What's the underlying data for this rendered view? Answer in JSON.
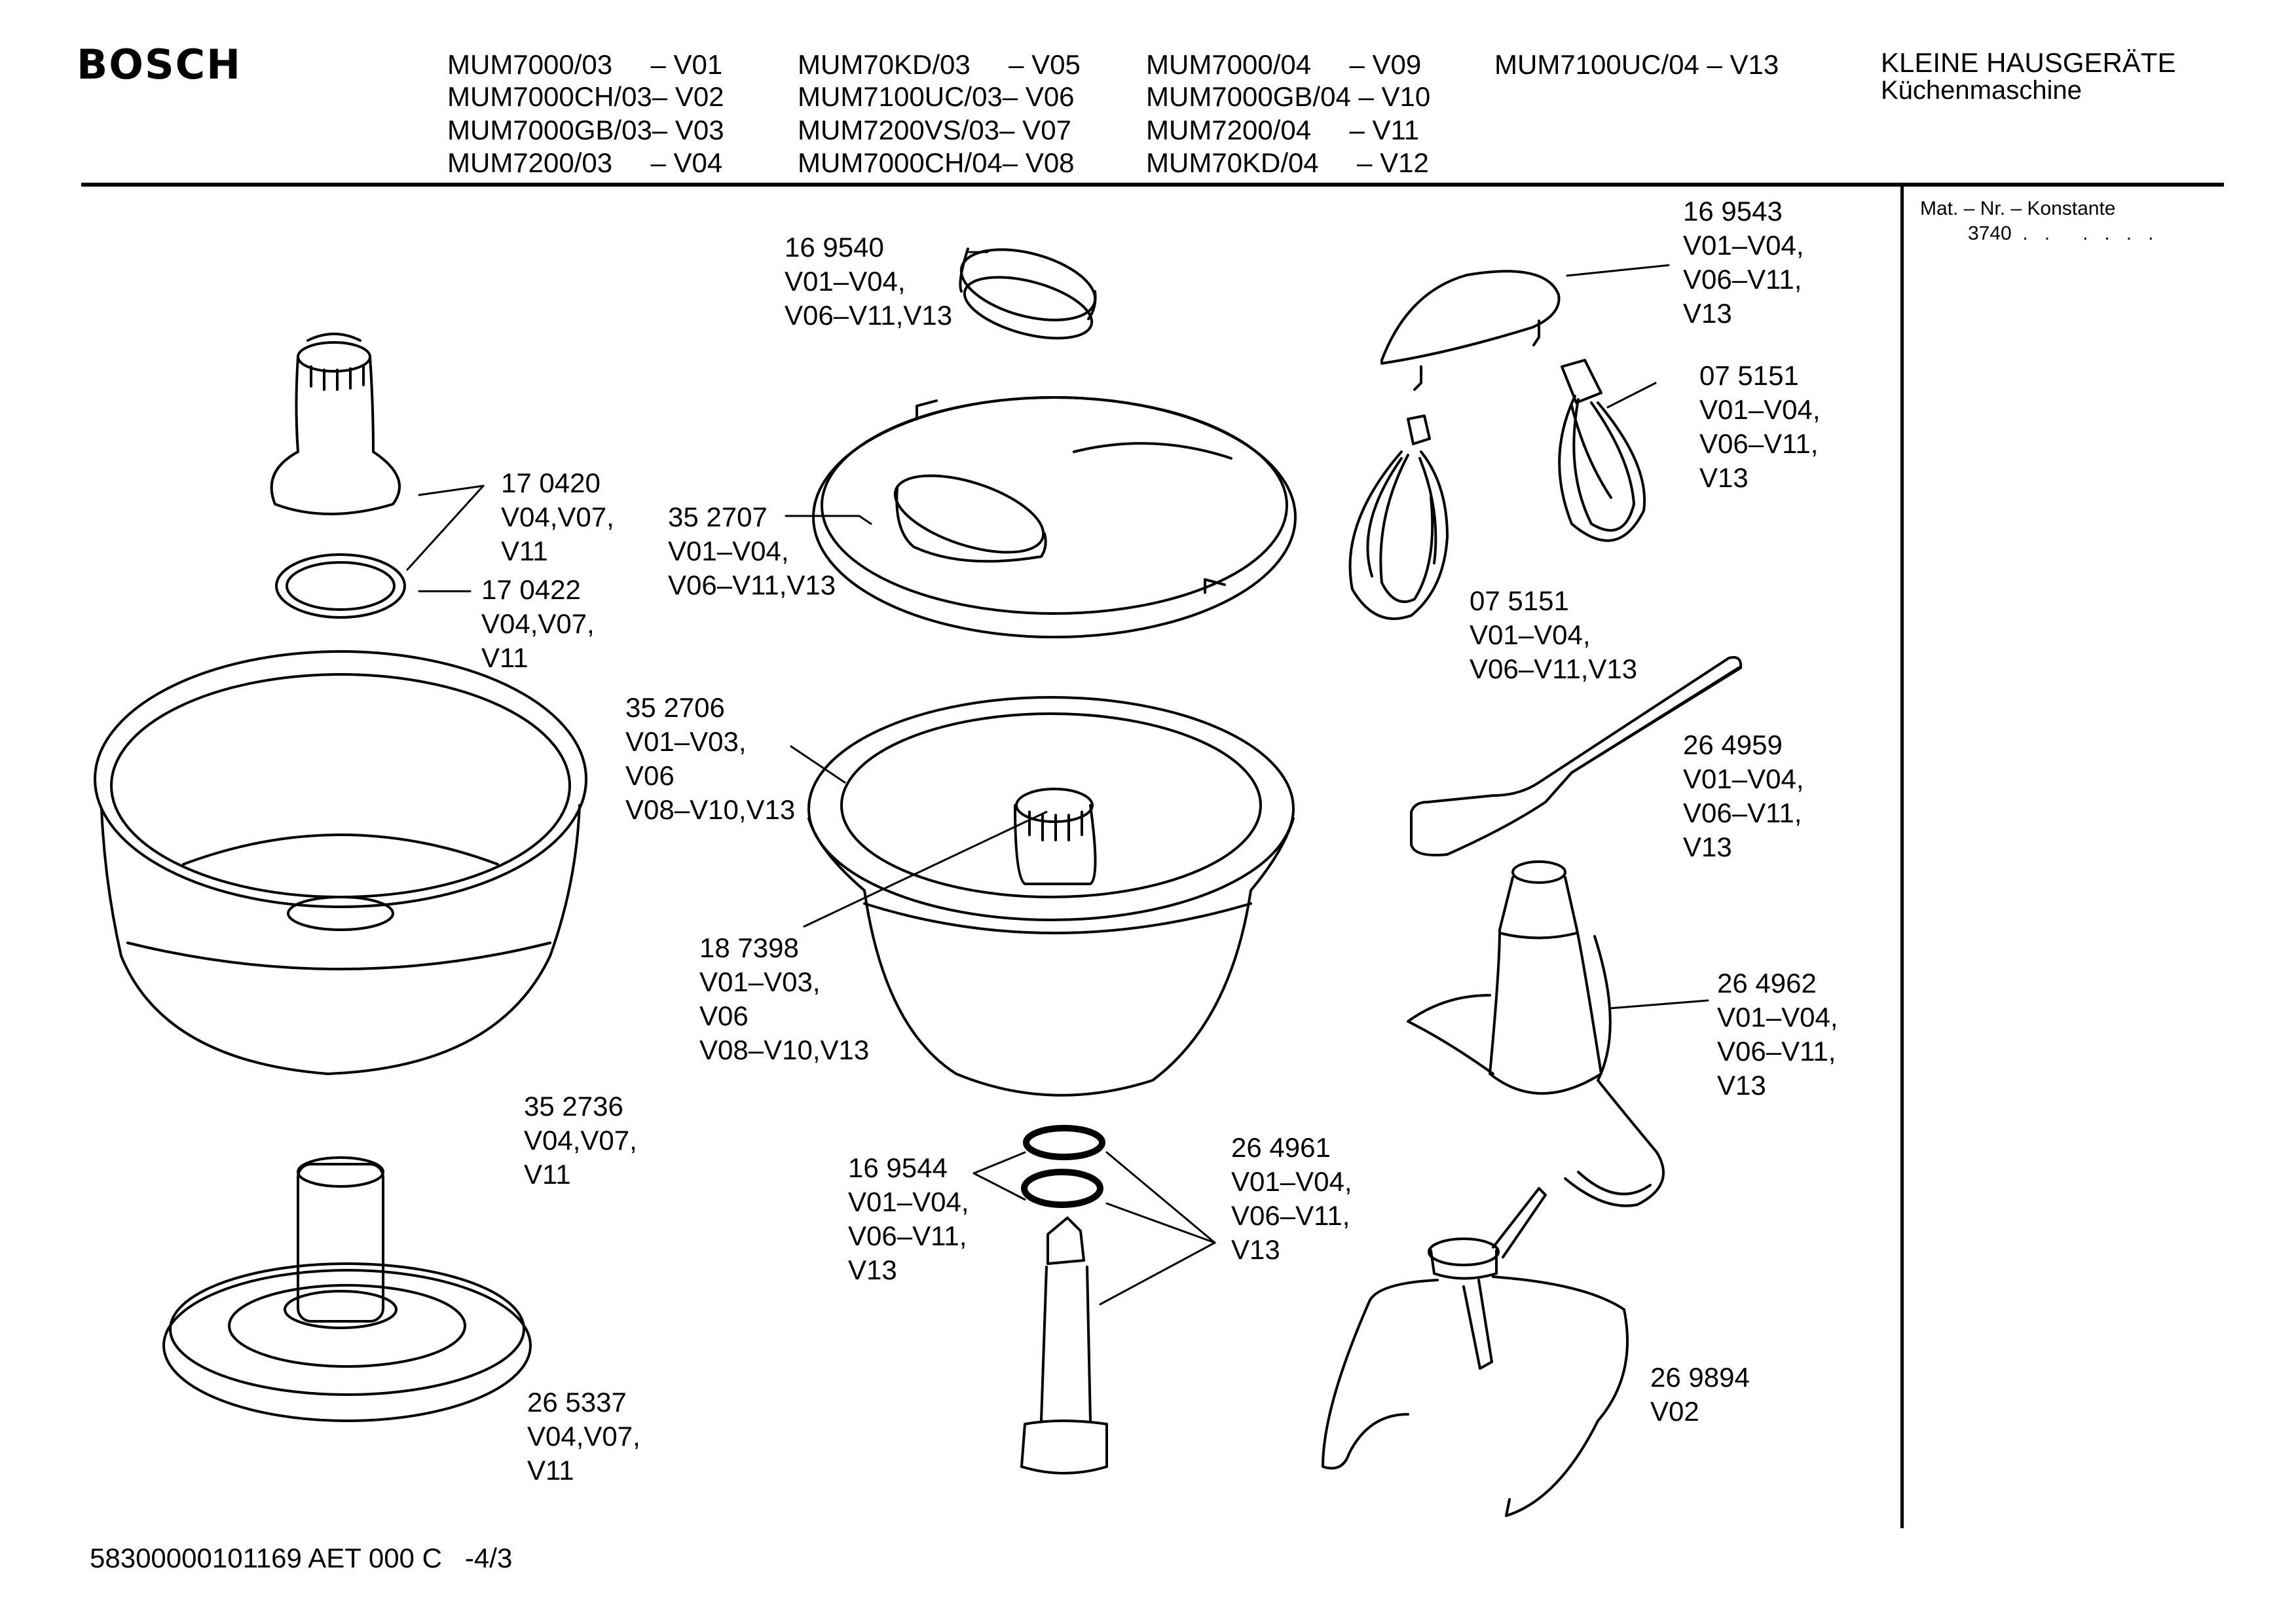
{
  "header": {
    "brand": "BOSCH",
    "models": [
      [
        "MUM7000/03     – V01",
        "MUM70KD/03     – V05",
        "MUM7000/04     – V09",
        "MUM7100UC/04 – V13"
      ],
      [
        "MUM7000CH/03– V02",
        "MUM7100UC/03– V06",
        "MUM7000GB/04 – V10",
        ""
      ],
      [
        "MUM7000GB/03– V03",
        "MUM7200VS/03– V07",
        "MUM7200/04     – V11",
        ""
      ],
      [
        "MUM7200/03     – V04",
        "MUM7000CH/04– V08",
        "MUM70KD/04     – V12",
        ""
      ]
    ],
    "category": "KLEINE HAUSGERÄTE",
    "subcategory": "Küchenmaschine"
  },
  "sidebar": {
    "mat_label": "Mat. – Nr. – Konstante",
    "mat_value": "3740  .   .      .   .   .   ."
  },
  "parts": [
    {
      "number": "16 9540",
      "variants": "V01–V04,\nV06–V11,V13"
    },
    {
      "number": "16 9543",
      "variants": "V01–V04,\nV06–V11,\nV13"
    },
    {
      "number": "07 5151",
      "variants": "V01–V04,\nV06–V11,\nV13"
    },
    {
      "number": "17 0420",
      "variants": "V04,V07,\nV11"
    },
    {
      "number": "35 2707",
      "variants": "V01–V04,\nV06–V11,V13"
    },
    {
      "number": "17 0422",
      "variants": "V04,V07,\nV11"
    },
    {
      "number": "07 5151",
      "variants": "V01–V04,\nV06–V11,V13"
    },
    {
      "number": "35 2706",
      "variants": "V01–V03,\nV06\nV08–V10,V13"
    },
    {
      "number": "26 4959",
      "variants": "V01–V04,\nV06–V11,\nV13"
    },
    {
      "number": "18 7398",
      "variants": "V01–V03,\nV06\nV08–V10,V13"
    },
    {
      "number": "26 4962",
      "variants": "V01–V04,\nV06–V11,\nV13"
    },
    {
      "number": "35 2736",
      "variants": "V04,V07,\nV11"
    },
    {
      "number": "26 4961",
      "variants": "V01–V04,\nV06–V11,\nV13"
    },
    {
      "number": "16 9544",
      "variants": "V01–V04,\nV06–V11,\nV13"
    },
    {
      "number": "26 9894",
      "variants": "V02"
    },
    {
      "number": "26 5337",
      "variants": "V04,V07,\nV11"
    }
  ],
  "footer": {
    "code": "58300000101169 AET 000 C   -4/3"
  }
}
